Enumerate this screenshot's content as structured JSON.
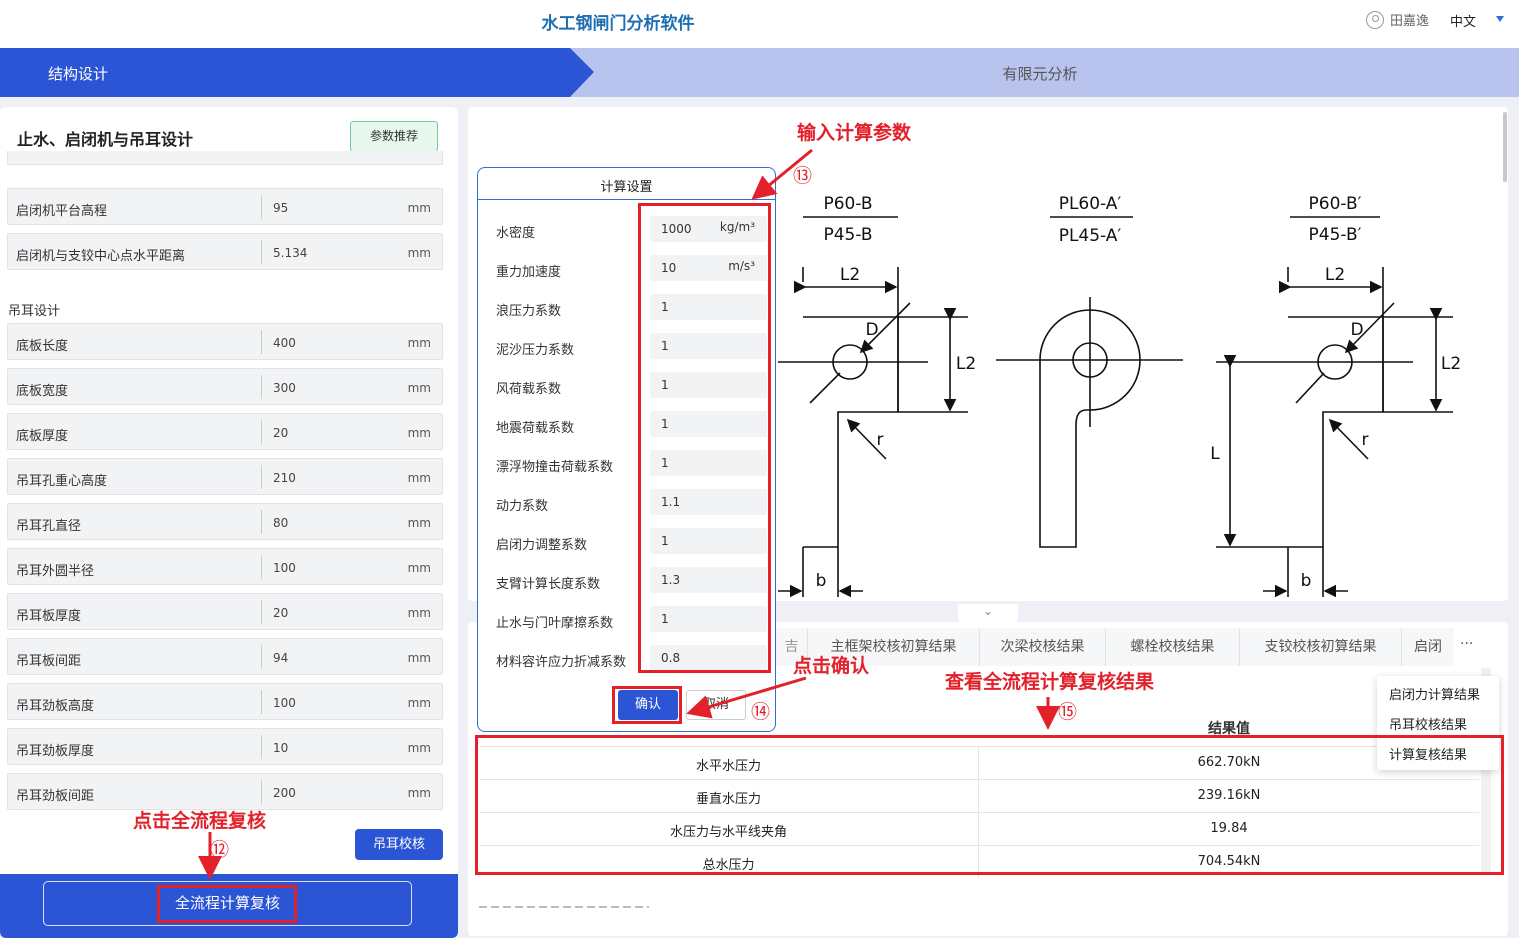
{
  "header": {
    "title": "水工钢闸门分析软件",
    "user": "田嘉逸",
    "language": "中文"
  },
  "steps": {
    "step1": "结构设计",
    "step2": "有限元分析"
  },
  "left_panel": {
    "title": "止水、启闭机与吊耳设计",
    "recommend_button": "参数推荐",
    "rows_top": [
      {
        "label": "启闭机平台高程",
        "value": "95",
        "unit": "mm"
      },
      {
        "label": "启闭机与支铰中心点水平距离",
        "value": "5.134",
        "unit": "mm"
      }
    ],
    "section_lifting": "吊耳设计",
    "rows_lifting": [
      {
        "label": "底板长度",
        "value": "400",
        "unit": "mm"
      },
      {
        "label": "底板宽度",
        "value": "300",
        "unit": "mm"
      },
      {
        "label": "底板厚度",
        "value": "20",
        "unit": "mm"
      },
      {
        "label": "吊耳孔重心高度",
        "value": "210",
        "unit": "mm"
      },
      {
        "label": "吊耳孔直径",
        "value": "80",
        "unit": "mm"
      },
      {
        "label": "吊耳外圆半径",
        "value": "100",
        "unit": "mm"
      },
      {
        "label": "吊耳板厚度",
        "value": "20",
        "unit": "mm"
      },
      {
        "label": "吊耳板间距",
        "value": "94",
        "unit": "mm"
      },
      {
        "label": "吊耳劲板高度",
        "value": "100",
        "unit": "mm"
      },
      {
        "label": "吊耳劲板厚度",
        "value": "10",
        "unit": "mm"
      },
      {
        "label": "吊耳劲板间距",
        "value": "200",
        "unit": "mm"
      }
    ],
    "lug_check_button": "吊耳校核",
    "fullflow_button": "全流程计算复核"
  },
  "diagram": {
    "d1_top": "P60-B",
    "d1_bot": "P45-B",
    "d2_top": "PL60-A′",
    "d2_bot": "PL45-A′",
    "d3_top": "P60-B′",
    "d3_bot": "P45-B′",
    "L2": "L2",
    "D": "D",
    "r": "r",
    "b": "b",
    "L": "L"
  },
  "dialog": {
    "title": "计算设置",
    "fields": [
      {
        "label": "水密度",
        "value": "1000",
        "unit": "kg/m³"
      },
      {
        "label": "重力加速度",
        "value": "10",
        "unit": "m/s³"
      },
      {
        "label": "浪压力系数",
        "value": "1",
        "unit": ""
      },
      {
        "label": "泥沙压力系数",
        "value": "1",
        "unit": ""
      },
      {
        "label": "风荷载系数",
        "value": "1",
        "unit": ""
      },
      {
        "label": "地震荷载系数",
        "value": "1",
        "unit": ""
      },
      {
        "label": "漂浮物撞击荷载系数",
        "value": "1",
        "unit": ""
      },
      {
        "label": "动力系数",
        "value": "1.1",
        "unit": ""
      },
      {
        "label": "启闭力调整系数",
        "value": "1",
        "unit": ""
      },
      {
        "label": "支臂计算长度系数",
        "value": "1.3",
        "unit": ""
      },
      {
        "label": "止水与门叶摩擦系数",
        "value": "1",
        "unit": ""
      },
      {
        "label": "材料容许应力折减系数",
        "value": "0.8",
        "unit": ""
      }
    ],
    "ok": "确认",
    "cancel": "取消"
  },
  "results": {
    "tabs": [
      "主框架校核初算结果",
      "次梁校核结果",
      "螺栓校核结果",
      "支铰校核初算结果",
      "启闭"
    ],
    "more": "···",
    "dropdown": [
      "启闭力计算结果",
      "吊耳校核结果",
      "计算复核结果"
    ],
    "header_value": "结果值",
    "rows": [
      {
        "name": "水平水压力",
        "value": "662.70kN"
      },
      {
        "name": "垂直水压力",
        "value": "239.16kN"
      },
      {
        "name": "水压力与水平线夹角",
        "value": "19.84"
      },
      {
        "name": "总水压力",
        "value": "704.54kN"
      }
    ]
  },
  "annotations": {
    "input_params": "输入计算参数",
    "click_confirm": "点击确认",
    "view_results": "查看全流程计算复核结果",
    "click_fullflow": "点击全流程复核",
    "n12": "⑫",
    "n13": "⑬",
    "n14": "⑭",
    "n15": "⑮"
  },
  "colors": {
    "primary": "#2c55d6",
    "annotation": "#e3212b",
    "title": "#1f6fb5"
  }
}
